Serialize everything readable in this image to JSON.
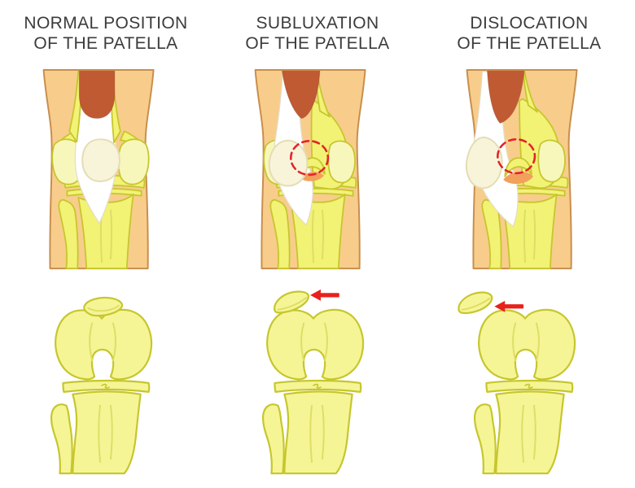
{
  "page": {
    "background": "#ffffff",
    "description_domain": "medical illustration of patella positions"
  },
  "panels": [
    {
      "id": "normal",
      "title_line1": "NORMAL POSITION",
      "title_line2": "OF THE PATELLA",
      "has_target_circle": false,
      "has_arrow": false
    },
    {
      "id": "subluxation",
      "title_line1": "SUBLUXATION",
      "title_line2": "OF THE PATELLA",
      "has_target_circle": true,
      "has_arrow": true
    },
    {
      "id": "dislocation",
      "title_line1": "DISLOCATION",
      "title_line2": "OF THE PATELLA",
      "has_target_circle": true,
      "has_arrow": true
    }
  ],
  "colors": {
    "background": "#ffffff",
    "title_text": "#3c3c3c",
    "skin": "#f8cd8b",
    "skin_outline": "#c88e4e",
    "muscle": "#c05a33",
    "bone": "#f2f275",
    "bone_pale": "#f7f7bc",
    "bone_outline": "#c6c62e",
    "axial_bone": "#f5f596",
    "axial_line": "#dede66",
    "patella": "#f8f4da",
    "patella_outline": "#e4ddb4",
    "tendon_white": "#ffffff",
    "tendon_outline": "#e3ddc8",
    "groove_orange": "#f2a05c",
    "target_red": "#e3242b",
    "arrow_red": "#e8211d"
  },
  "icons": {
    "displacement_arrow": "left-arrow-icon",
    "target_marker": "dashed-circle-icon"
  }
}
